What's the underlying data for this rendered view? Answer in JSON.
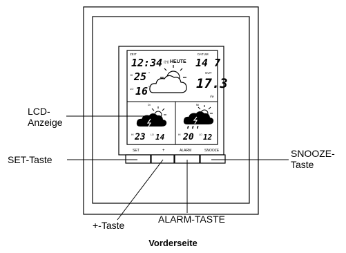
{
  "lcd": {
    "zeit_label": "ZEIT",
    "time": "12:34",
    "radio_symbol": "((•))",
    "heute": "HEUTE",
    "datum_label": "DATUM",
    "date": "14 7",
    "hi_label": "HI",
    "lo_label": "LO",
    "temp_hi": "25",
    "temp_lo": "16",
    "out_label": "OUT",
    "out_temp": "17.3",
    "rh_label": "r/ø",
    "forecast_left": {
      "day": "Di",
      "hi_label": "HI",
      "lo_label": "LO",
      "hi": "23",
      "lo": "14"
    },
    "forecast_right": {
      "day": "Mi",
      "hi_label": "HI",
      "lo_label": "LO",
      "hi": "20",
      "lo": "12"
    }
  },
  "buttons": {
    "set": "SET",
    "plus": "+",
    "alarm": "ALARM",
    "snooze": "SNOOZE"
  },
  "callouts": {
    "lcd": "LCD-\nAnzeige",
    "set": "SET-Taste",
    "snooze": "SNOOZE-\nTaste",
    "plus": "+-Taste",
    "alarm": "ALARM-TASTE"
  },
  "caption": "Vorderseite"
}
